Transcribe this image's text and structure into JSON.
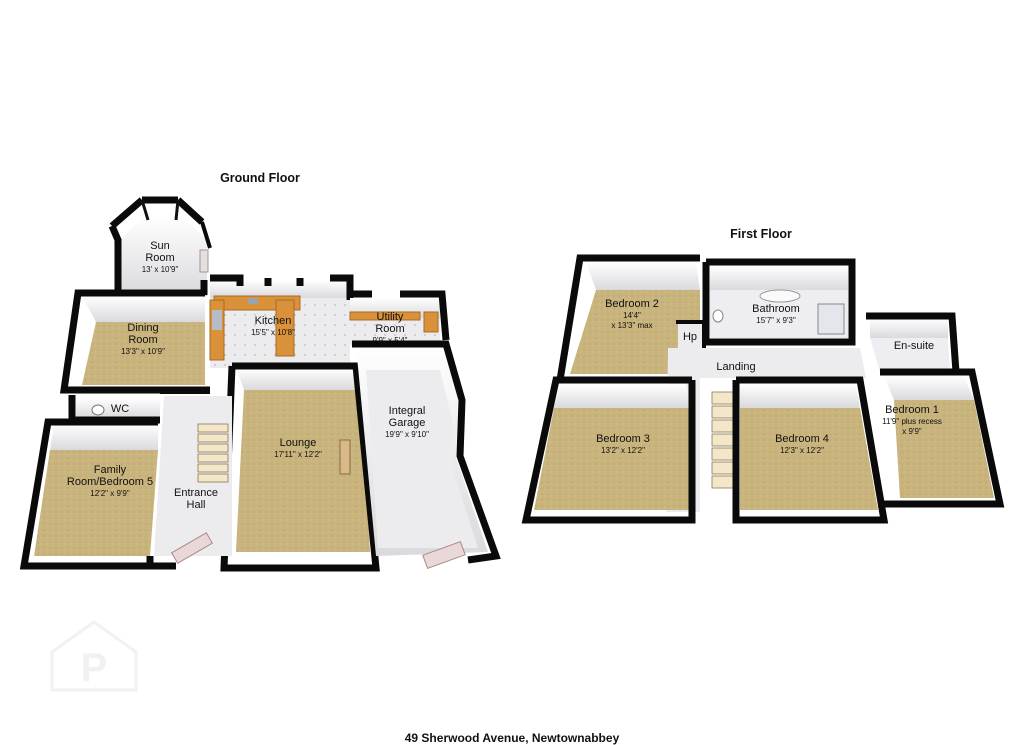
{
  "ground_floor": {
    "title": "Ground Floor",
    "rooms": {
      "sun_room": {
        "name_1": "Sun",
        "name_2": "Room",
        "dims": "13' x 10'9\""
      },
      "dining_room": {
        "name_1": "Dining",
        "name_2": "Room",
        "dims": "13'3\" x 10'9\""
      },
      "kitchen": {
        "name": "Kitchen",
        "dims": "15'5\" x 10'8\""
      },
      "utility_room": {
        "name_1": "Utility",
        "name_2": "Room",
        "dims": "9'9\" x 5'4\""
      },
      "wc": {
        "name": "WC"
      },
      "lounge": {
        "name": "Lounge",
        "dims": "17'11\" x 12'2\""
      },
      "integral_garage": {
        "name_1": "Integral",
        "name_2": "Garage",
        "dims": "19'9\" x 9'10\""
      },
      "family_room": {
        "name_1": "Family",
        "name_2": "Room/Bedroom 5",
        "dims": "12'2\" x 9'9\""
      },
      "entrance_hall": {
        "name_1": "Entrance",
        "name_2": "Hall"
      }
    }
  },
  "first_floor": {
    "title": "First Floor",
    "rooms": {
      "bedroom_2": {
        "name": "Bedroom 2",
        "dims_1": "14'4\"",
        "dims_2": "x 13'3\" max"
      },
      "bathroom": {
        "name": "Bathroom",
        "dims": "15'7\" x 9'3\""
      },
      "hp": {
        "name": "Hp"
      },
      "landing": {
        "name": "Landing"
      },
      "en_suite": {
        "name": "En-suite"
      },
      "bedroom_1": {
        "name": "Bedroom 1",
        "dims_1": "11'9\" plus recess",
        "dims_2": "x 9'9\""
      },
      "bedroom_3": {
        "name": "Bedroom 3",
        "dims": "13'2\" x 12'2\""
      },
      "bedroom_4": {
        "name": "Bedroom 4",
        "dims": "12'3\" x 12'2\""
      }
    }
  },
  "address": "49 Sherwood Avenue, Newtownabbey",
  "colors": {
    "carpet": "#c9b47e",
    "tile": "#e6e6ea",
    "wall": "#0a0a0a",
    "wall_face": "#f4f4f6",
    "worktop": "#d9913a"
  }
}
